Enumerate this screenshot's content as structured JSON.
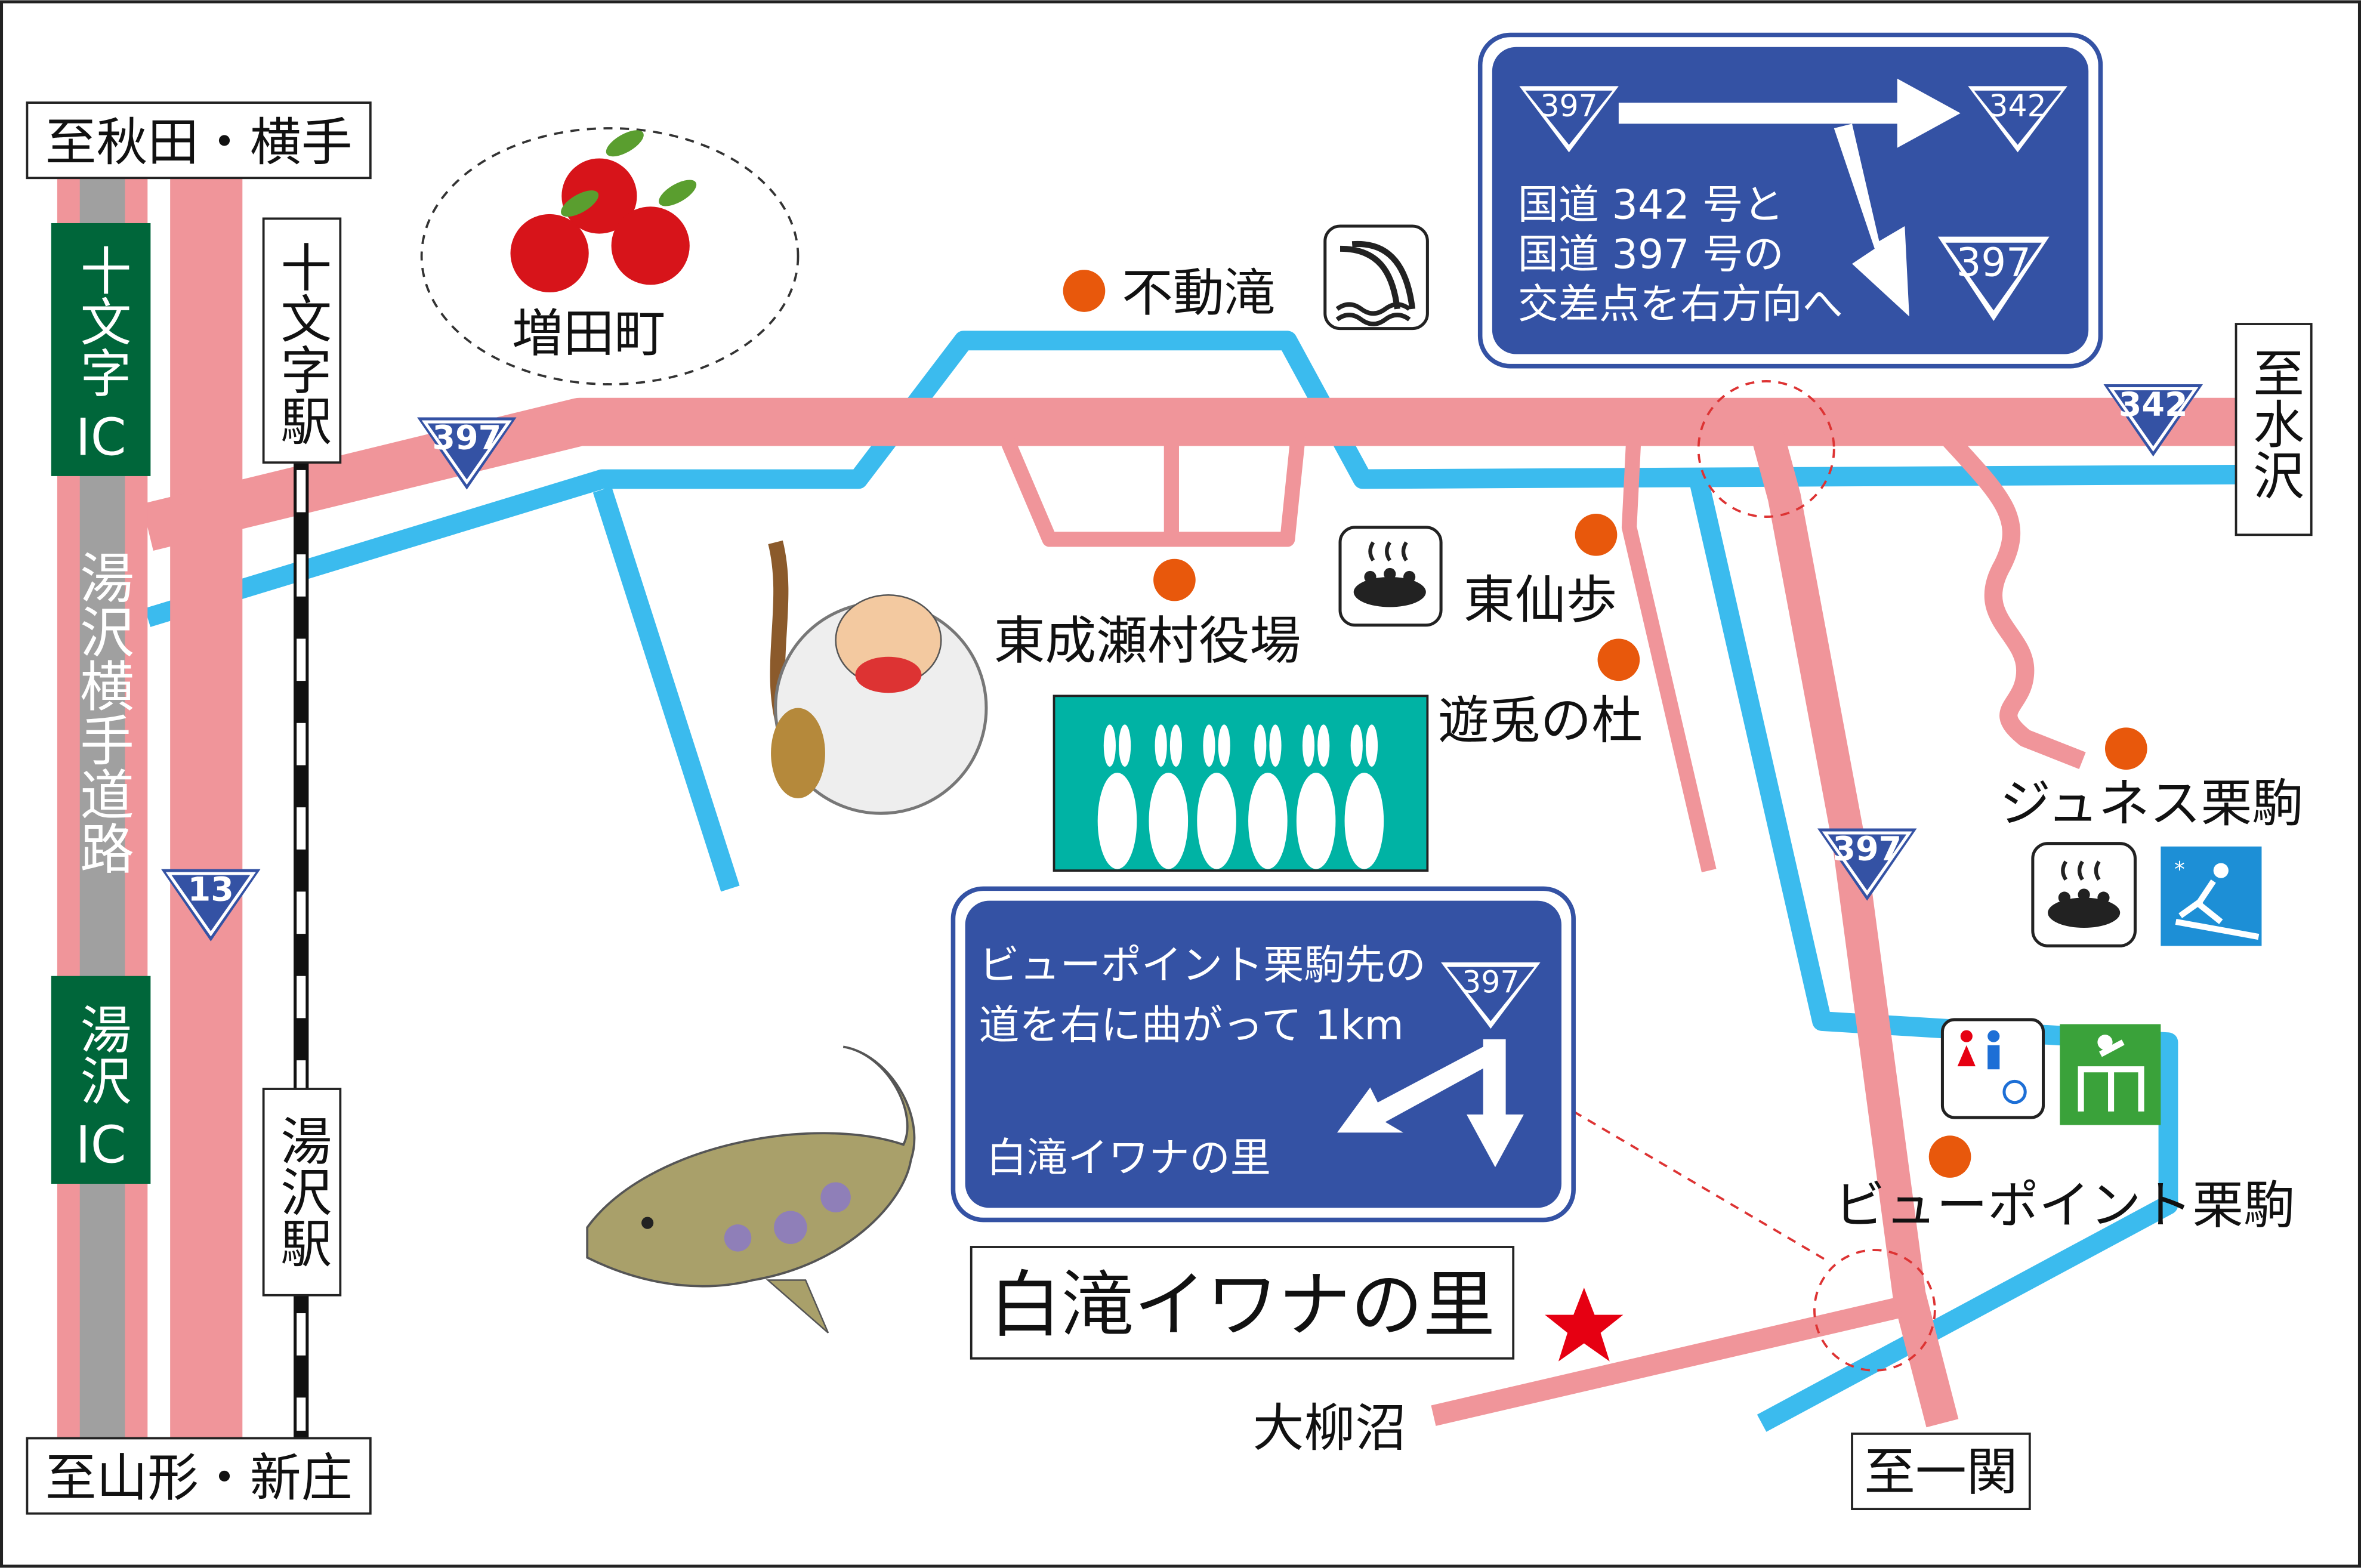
{
  "map": {
    "destinations": {
      "north": "至秋田・横手",
      "south": "至山形・新庄",
      "east": "至水沢",
      "southeast": "至一関"
    },
    "interchanges": [
      {
        "name": "十文字",
        "suffix": "IC"
      },
      {
        "name": "湯沢",
        "suffix": "IC"
      }
    ],
    "expressway": "湯沢横手道路",
    "stations": [
      "十文字駅",
      "湯沢駅"
    ],
    "routes": {
      "r13": "13",
      "r397a": "397",
      "r342": "342",
      "r397b": "397"
    },
    "places": {
      "masuda": "増田町",
      "fudo_falls": "不動滝",
      "village_office": "東成瀬村役場",
      "tosenpo": "東仙歩",
      "yuto": "遊兎の杜",
      "jeunesse": "ジュネス栗駒",
      "viewpoint": "ビューポイント栗駒",
      "oyanagi": "大柳沼"
    },
    "destination_title": "白滝イワナの里",
    "sign_top": {
      "route_from": "397",
      "route_right": "342",
      "route_down": "397",
      "lines": [
        "国道 342 号と",
        "国道 397 号の",
        "交差点を右方向へ"
      ]
    },
    "sign_bottom": {
      "route": "397",
      "lines": [
        "ビューポイント栗駒先の",
        "道を右に曲がって 1km"
      ],
      "dest": "白滝イワナの里"
    },
    "colors": {
      "road": "#f0959a",
      "river": "#3bbbee",
      "expressway": "#a0a0a0",
      "ic_green": "#00663a",
      "sign_blue": "#3452a4",
      "poi_orange": "#e8580c",
      "star": "#e60012",
      "teal": "#00b3a4"
    }
  }
}
